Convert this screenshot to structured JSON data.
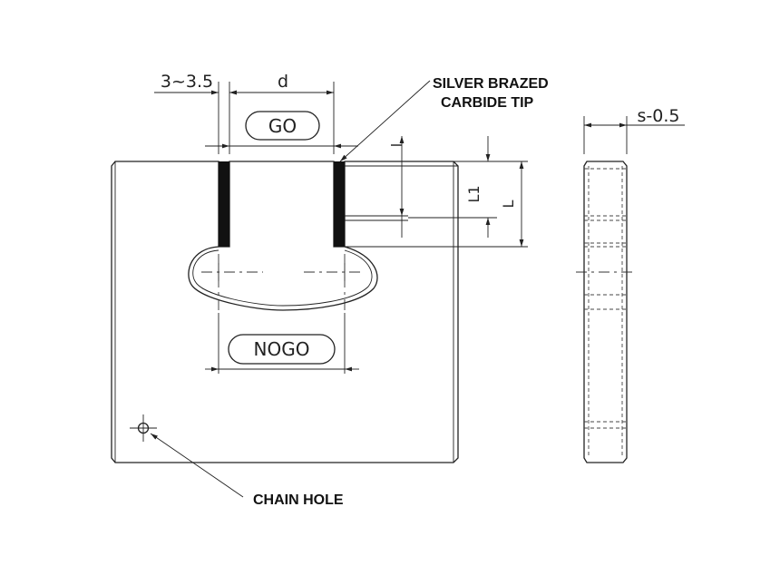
{
  "dimensions": {
    "slot_offset": "3~3.5",
    "slot_width": "d",
    "tip_length": "l",
    "l1": "L1",
    "overall_length": "L",
    "thickness": "s-0.5"
  },
  "markings": {
    "go": "GO",
    "nogo": "NOGO"
  },
  "callouts": {
    "tip_line1": "SILVER BRAZED",
    "tip_line2": "CARBIDE TIP",
    "chain_hole": "CHAIN HOLE"
  }
}
